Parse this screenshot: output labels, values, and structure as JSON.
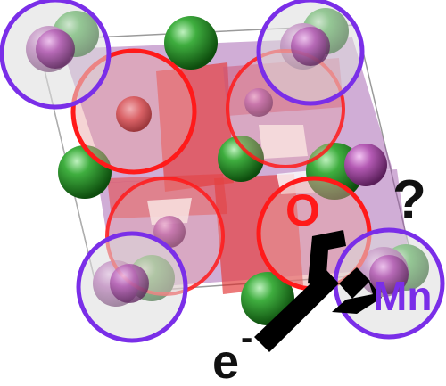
{
  "labels": {
    "oxygen": "O",
    "manganese": "Mn",
    "question": "?",
    "electron": "e",
    "electron_charge": "-"
  },
  "colors": {
    "oxygen_ring": "#ff1a1a",
    "oxygen_fill": "#e8a0a0",
    "manganese_ring": "#7a2ee8",
    "manganese_atom": "#a64ca6",
    "green_atom": "#1f8a1f",
    "density_purple": "#9b4fa8",
    "density_red": "#e02020",
    "label_oxygen": "#ff1a1a",
    "label_manganese": "#7a2ee8",
    "label_text": "#111111",
    "arrow": "#000000"
  }
}
